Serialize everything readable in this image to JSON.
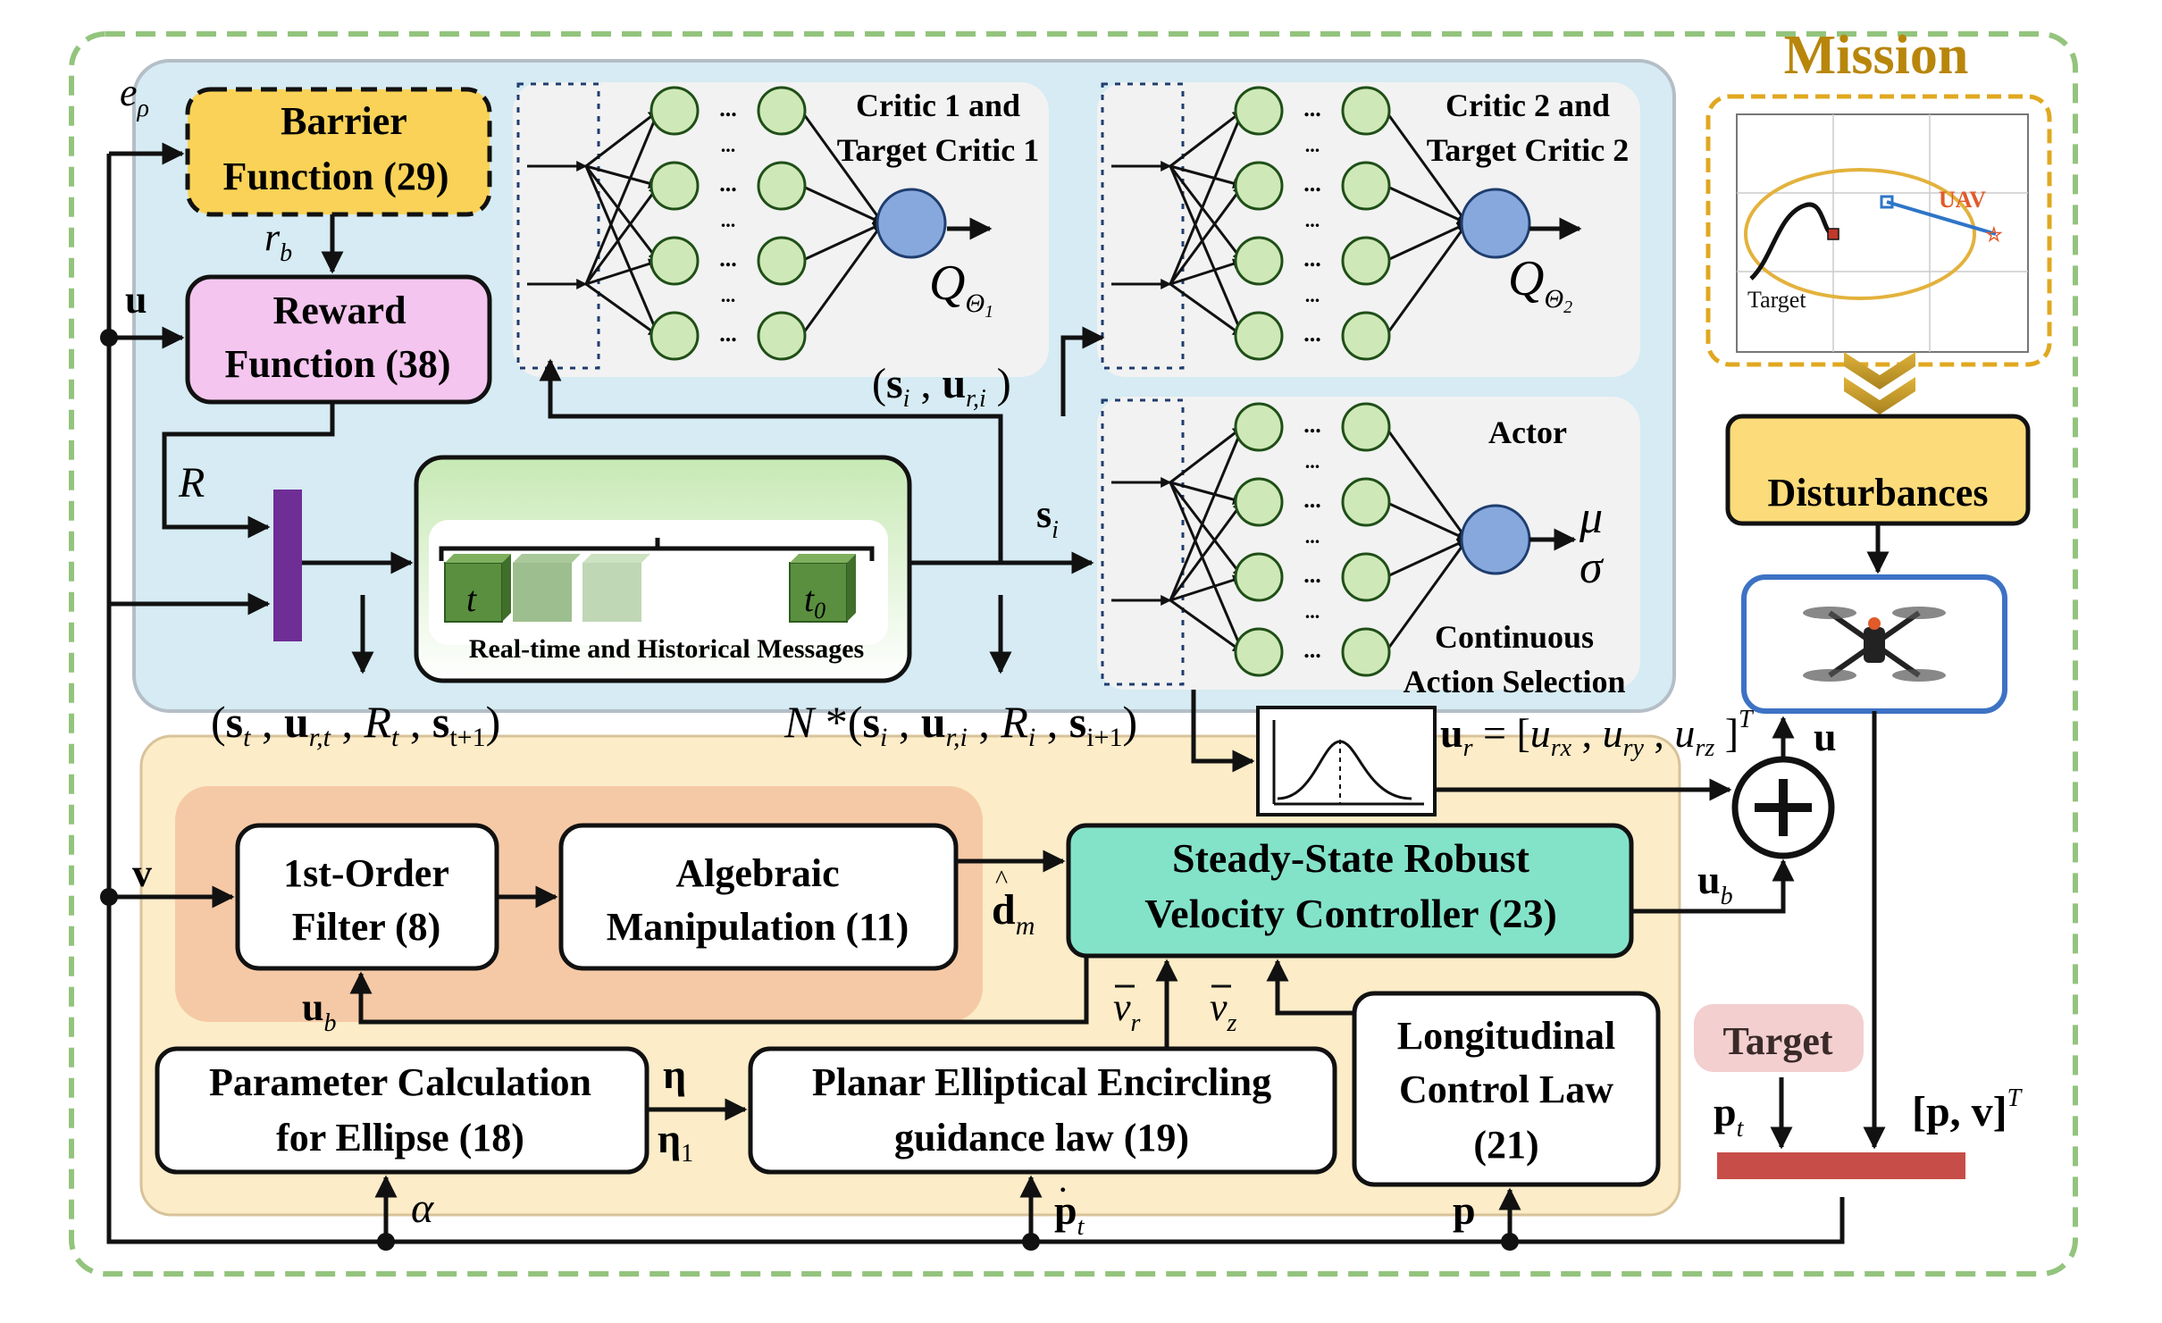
{
  "colors": {
    "outer_border": "#93c47d",
    "rl_panel_fill": "#d6ebf3",
    "rl_panel_stroke": "#b4bec6",
    "control_panel_fill": "#fcecc8",
    "filter_group_fill": "#f6c9a6",
    "barrier_fill": "#f9d257",
    "reward_fill": "#f4c5ef",
    "controller_fill": "#83e3c9",
    "disturbance_fill": "#fbdb7a",
    "node_fill": "#cfe8b8",
    "node_stroke": "#1f4f17",
    "output_node_fill": "#86a8dd",
    "mux_fill": "#6f2d96",
    "target_pill_fill": "#f3cfcf",
    "target_bar_fill": "#c74e48",
    "mission_title": "#b8860b",
    "uav_box_stroke": "#3d72c4",
    "message_block": "#5a8f3f"
  },
  "mission": {
    "title": "Mission",
    "plot_target_label": "Target",
    "plot_uav_label": "UAV"
  },
  "disturbances_label": "Disturbances",
  "rl": {
    "barrier": {
      "line1": "Barrier",
      "line2": "Function (29)",
      "input": "e",
      "input_sub": "ρ",
      "output": "r",
      "output_sub": "b"
    },
    "reward": {
      "line1": "Reward",
      "line2": "Function (38)",
      "input_u": "u",
      "output": "R"
    },
    "critic1": {
      "line1": "Critic 1 and",
      "line2": "Target Critic 1",
      "q": "Q",
      "q_sub": "Θ",
      "q_sub2": "1"
    },
    "critic2": {
      "line1": "Critic 2 and",
      "line2": "Target Critic 2",
      "q": "Q",
      "q_sub": "Θ",
      "q_sub2": "2"
    },
    "actor": {
      "title": "Actor",
      "mu": "μ",
      "sigma": "σ",
      "line1": "Continuous",
      "line2": "Action Selection"
    },
    "buffer": {
      "caption": "Real-time and Historical Messages",
      "block_t": "t",
      "block_t0": "t",
      "block_t0_sub": "0"
    },
    "ellipsis": "...",
    "si_label": "s",
    "si_sub": "i",
    "critic_input_tuple": "(s_i , u_r,i )",
    "transition_tuple": "(s_t , u_r,t , R_t , s_t+1 )",
    "batch_tuple": "N *(s_i , u_r,i , R_i , s_i+1 )",
    "ur_equation": "u_r = [u_rx , u_ry , u_rz ]^T"
  },
  "control": {
    "v_input": "v",
    "filter": {
      "line1": "1st-Order",
      "line2": "Filter (8)"
    },
    "algebraic": {
      "line1": "Algebraic",
      "line2": "Manipulation (11)"
    },
    "d_hat": "d",
    "d_hat_sub": "m",
    "steady": {
      "line1": "Steady-State Robust",
      "line2": "Velocity Controller (23)"
    },
    "ub_feedback": "u",
    "ub_feedback_sub": "b",
    "vr": "v",
    "vr_sub": "r",
    "vz": "v",
    "vz_sub": "z",
    "param": {
      "line1": "Parameter Calculation",
      "line2": "for Ellipse  (18)"
    },
    "eta": "η",
    "eta1": "η",
    "eta1_sub": "1",
    "planar": {
      "line1": "Planar Elliptical Encircling",
      "line2": "guidance law (19)"
    },
    "longitudinal": {
      "line1": "Longitudinal",
      "line2": "Control Law",
      "line3": "(21)"
    },
    "alpha": "α",
    "pt_dot": "p",
    "pt_dot_sub": "t",
    "p": "p",
    "u_out": "u",
    "ub_out": "u",
    "ub_out_sub": "b",
    "sum_symbol": "+"
  },
  "target": {
    "label": "Target",
    "pt": "p",
    "pt_sub": "t",
    "state": "[p, v]",
    "state_sup": "T"
  }
}
